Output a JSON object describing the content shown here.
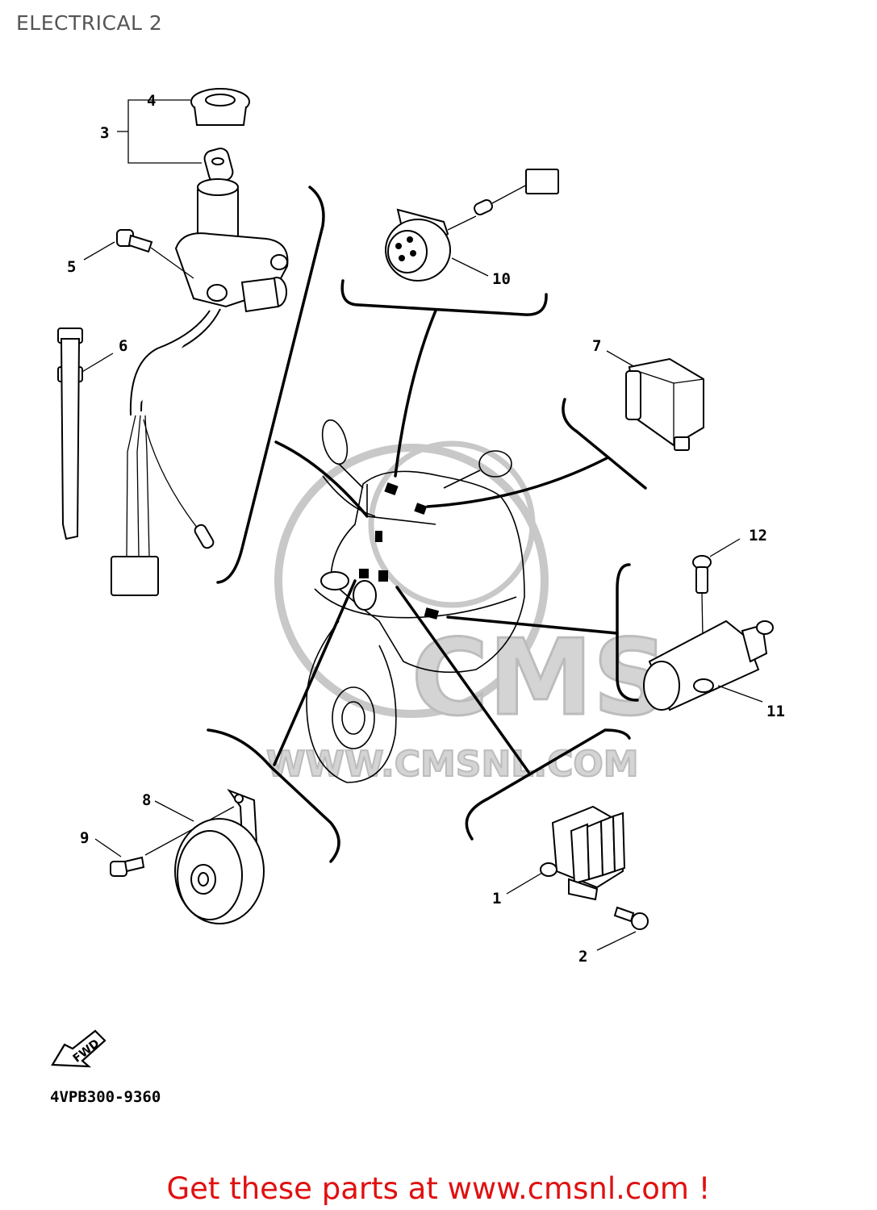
{
  "page": {
    "title": "ELECTRICAL 2",
    "diagram_code": "4VPB300-9360",
    "fwd_label": "FWD",
    "footer_text": "Get these parts at www.cmsnl.com !",
    "watermark_text": "WWW.CMSNL.COM",
    "watermark_logo": "CMS"
  },
  "callouts": {
    "c1": "1",
    "c2": "2",
    "c3": "3",
    "c4": "4",
    "c5": "5",
    "c6": "6",
    "c7": "7",
    "c8": "8",
    "c9": "9",
    "c10": "10",
    "c11": "11",
    "c12": "12"
  },
  "colors": {
    "footer": "#e01010",
    "title": "#555555",
    "watermark": "#c8c8c8"
  }
}
